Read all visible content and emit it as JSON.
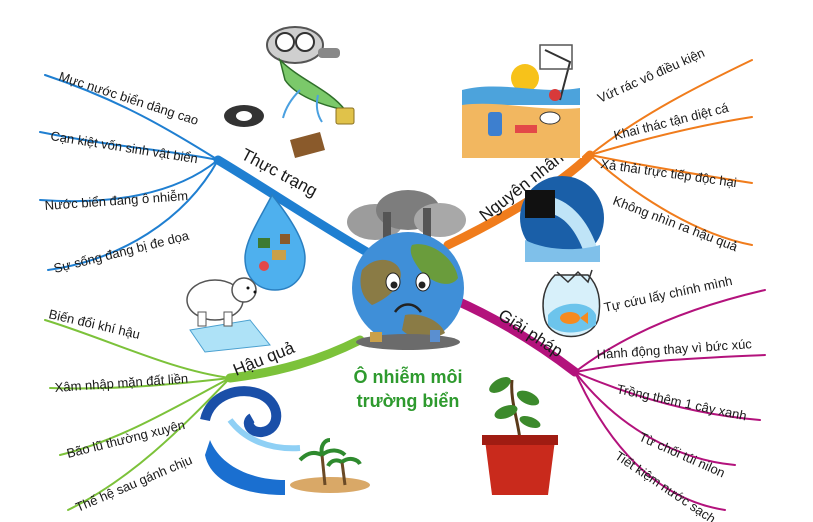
{
  "center": {
    "title_line1": "Ô nhiễm môi",
    "title_line2": "trường biển",
    "color": "#2e9a2e"
  },
  "branches": {
    "thuc_trang": {
      "label": "Thực trạng",
      "color": "#1f7fd1",
      "items": [
        "Mực nước biển dâng cao",
        "Cạn kiệt vốn sinh vật biển",
        "Nước biển đang ô nhiễm",
        "Sự sống đang bị đe dọa"
      ]
    },
    "nguyen_nhan": {
      "label": "Nguyên nhân",
      "color": "#f07c1c",
      "items": [
        "Vứt rác vô điều kiện",
        "Khai thác tận diệt cá",
        "Xả thải trực tiếp độc hại",
        "Không nhìn ra hậu quả"
      ]
    },
    "hau_qua": {
      "label": "Hậu quả",
      "color": "#7cc23a",
      "items": [
        "Biến đổi khí hậu",
        "Xâm nhập mặn đất liền",
        "Bão lũ thường xuyên",
        "Thế hệ sau gánh chịu"
      ]
    },
    "giai_phap": {
      "label": "Giải pháp",
      "color": "#b3127c",
      "items": [
        "Tự cứu lấy chính mình",
        "Hành động thay vì bức xúc",
        "Trồng thêm 1 cây xanh",
        "Từ chối túi nilon",
        "Tiết kiệm nước sạch"
      ]
    }
  },
  "icons": [
    "polluted-earth-icon",
    "fish-gas-mask-icon",
    "polluted-beach-icon",
    "water-drop-icon",
    "sewage-pipe-icon",
    "polar-bear-icon",
    "fish-in-bag-icon",
    "tidal-wave-icon",
    "potted-plant-icon"
  ]
}
